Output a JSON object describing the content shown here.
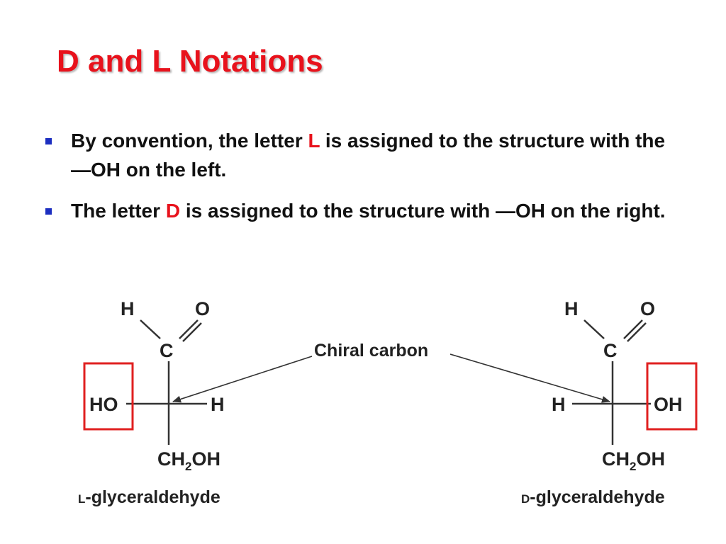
{
  "title": "D and L Notations",
  "bullets": [
    {
      "pre": "By convention, the letter ",
      "letter": "L",
      "post": " is assigned to the structure with the —OH on the left."
    },
    {
      "pre": "The letter ",
      "letter": "D",
      "post": " is assigned to the structure with —OH on the right."
    }
  ],
  "diagram": {
    "chiral_label": "Chiral carbon",
    "left": {
      "top_h": "H",
      "top_o": "O",
      "carbon": "C",
      "side_left": "HO",
      "side_right": "H",
      "bottom_main": "CH",
      "bottom_sub": "2",
      "bottom_end": "OH",
      "name_prefix": "L",
      "name_rest": "-glyceraldehyde"
    },
    "right": {
      "top_h": "H",
      "top_o": "O",
      "carbon": "C",
      "side_left": "H",
      "side_right": "OH",
      "bottom_main": "CH",
      "bottom_sub": "2",
      "bottom_end": "OH",
      "name_prefix": "D",
      "name_rest": "-glyceraldehyde"
    },
    "highlight_color": "#e02020",
    "bullet_color": "#1c2ec0",
    "accent_color": "#e8121c"
  }
}
